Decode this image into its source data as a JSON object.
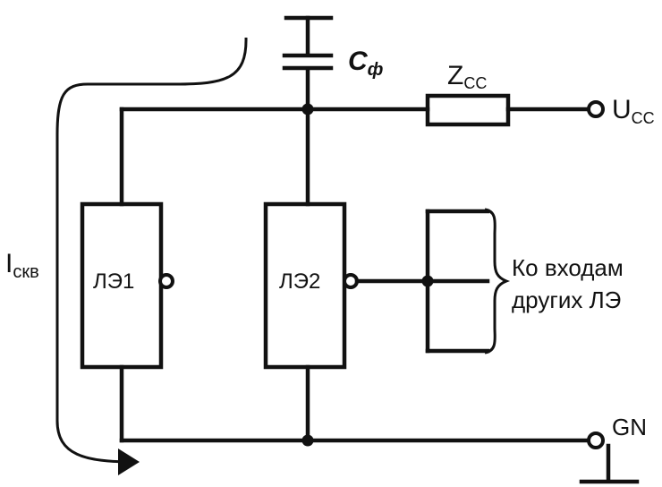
{
  "labels": {
    "capacitor": "C",
    "capacitor_sub": "ф",
    "impedance": "Z",
    "impedance_sub": "CC",
    "supply": "U",
    "supply_sub": "CC",
    "ground": "GN",
    "current": "I",
    "current_sub": "скв",
    "gate1": "ЛЭ1",
    "gate2": "ЛЭ2",
    "note_line1": "Ко входам",
    "note_line2": "других ЛЭ"
  },
  "colors": {
    "ink": "#111111",
    "background": "#ffffff"
  }
}
